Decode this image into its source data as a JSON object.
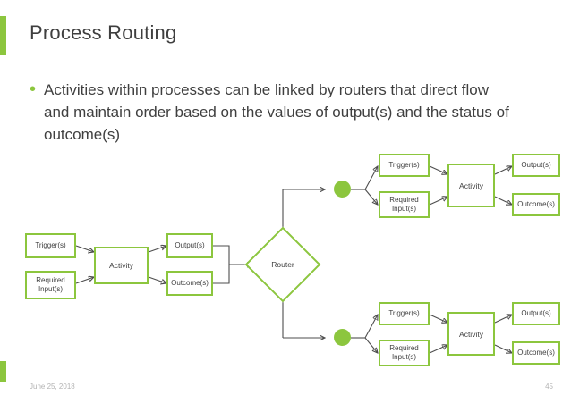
{
  "slide": {
    "title": "Process Routing",
    "bullet": "Activities within processes can be linked by routers that direct flow and maintain order based on the values of output(s) and the status of outcome(s)",
    "bullet_marker": "•",
    "footer_date": "June 25, 2018",
    "footer_page": "45",
    "accent_color": "#8cc63e",
    "text_color": "#3f3f3f"
  },
  "diagram": {
    "type": "flowchart",
    "nodes": {
      "main_trigger": "Trigger(s)",
      "main_required_input": "Required Input(s)",
      "main_activity": "Activity",
      "main_output": "Output(s)",
      "main_outcome": "Outcome(s)",
      "router": "Router",
      "top_trigger": "Trigger(s)",
      "top_required_input": "Required Input(s)",
      "top_activity": "Activity",
      "top_output": "Output(s)",
      "top_outcome": "Outcome(s)",
      "bottom_trigger": "Trigger(s)",
      "bottom_required_input": "Required Input(s)",
      "bottom_activity": "Activity",
      "bottom_output": "Output(s)",
      "bottom_outcome": "Outcome(s)"
    }
  }
}
